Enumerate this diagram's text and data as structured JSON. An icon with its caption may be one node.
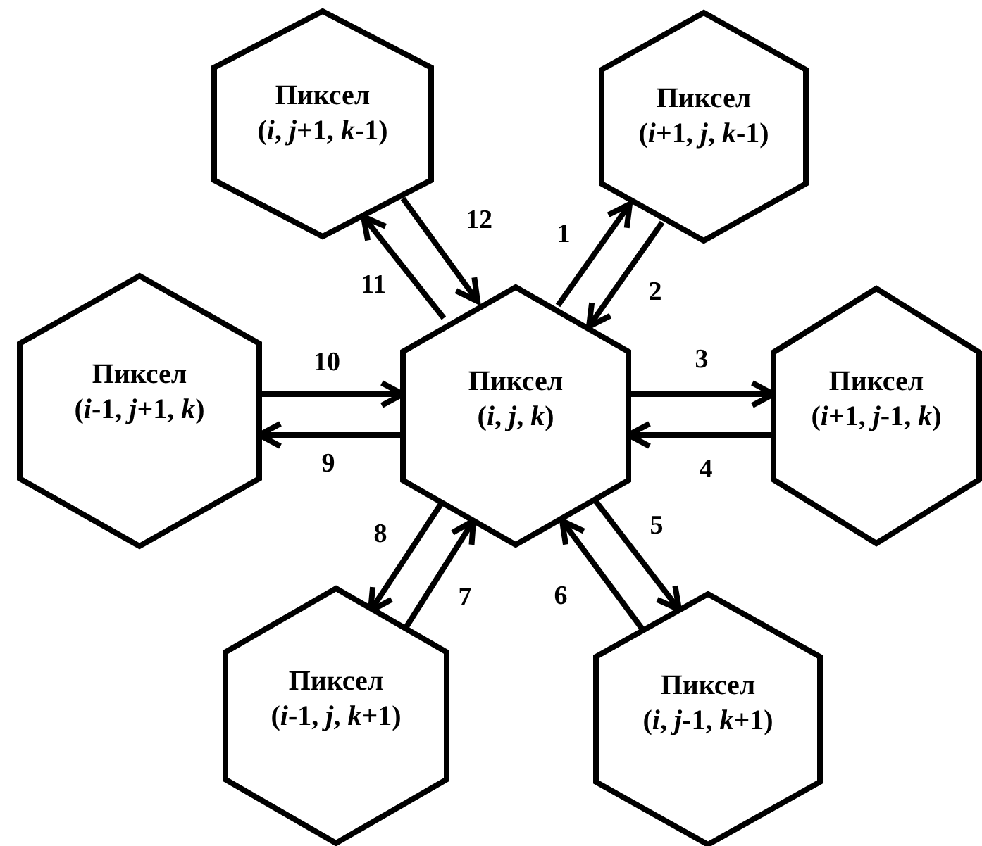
{
  "diagram": {
    "nodes": [
      {
        "text": [
          "Пиксел",
          "(*i*, *j*+1, *k*-1)"
        ]
      },
      {
        "text": [
          "Пиксел",
          "(*i*+1, *j*, *k*-1)"
        ]
      },
      {
        "text": [
          "Пиксел",
          "(*i*-1, *j*+1, *k*)"
        ]
      },
      {
        "text": [
          "Пиксел",
          "(*i*, *j*, *k*)"
        ]
      },
      {
        "text": [
          "Пиксел",
          "(*i*+1, *j*-1, *k*)"
        ]
      },
      {
        "text": [
          "Пиксел",
          "(*i*-1, *j*, *k*+1)"
        ]
      },
      {
        "text": [
          "Пиксел",
          "(*i*, *j*-1, *k*+1)"
        ]
      }
    ],
    "edges": [
      {
        "from": 3,
        "to": 1,
        "arrow": "to",
        "label": "1"
      },
      {
        "from": 1,
        "to": 3,
        "arrow": "to",
        "label": "2"
      },
      {
        "from": 3,
        "to": 4,
        "arrow": "to",
        "label": "3"
      },
      {
        "from": 4,
        "to": 3,
        "arrow": "to",
        "label": "4"
      },
      {
        "from": 3,
        "to": 6,
        "arrow": "to",
        "label": "5"
      },
      {
        "from": 6,
        "to": 3,
        "arrow": "to",
        "label": "6"
      },
      {
        "from": 5,
        "to": 3,
        "arrow": "to",
        "label": "7"
      },
      {
        "from": 3,
        "to": 5,
        "arrow": "to",
        "label": "8"
      },
      {
        "from": 3,
        "to": 2,
        "arrow": "to",
        "label": "9"
      },
      {
        "from": 2,
        "to": 3,
        "arrow": "to",
        "label": "10"
      },
      {
        "from": 3,
        "to": 0,
        "arrow": "to",
        "label": "11"
      },
      {
        "from": 0,
        "to": 3,
        "arrow": "to",
        "label": "12"
      }
    ]
  }
}
